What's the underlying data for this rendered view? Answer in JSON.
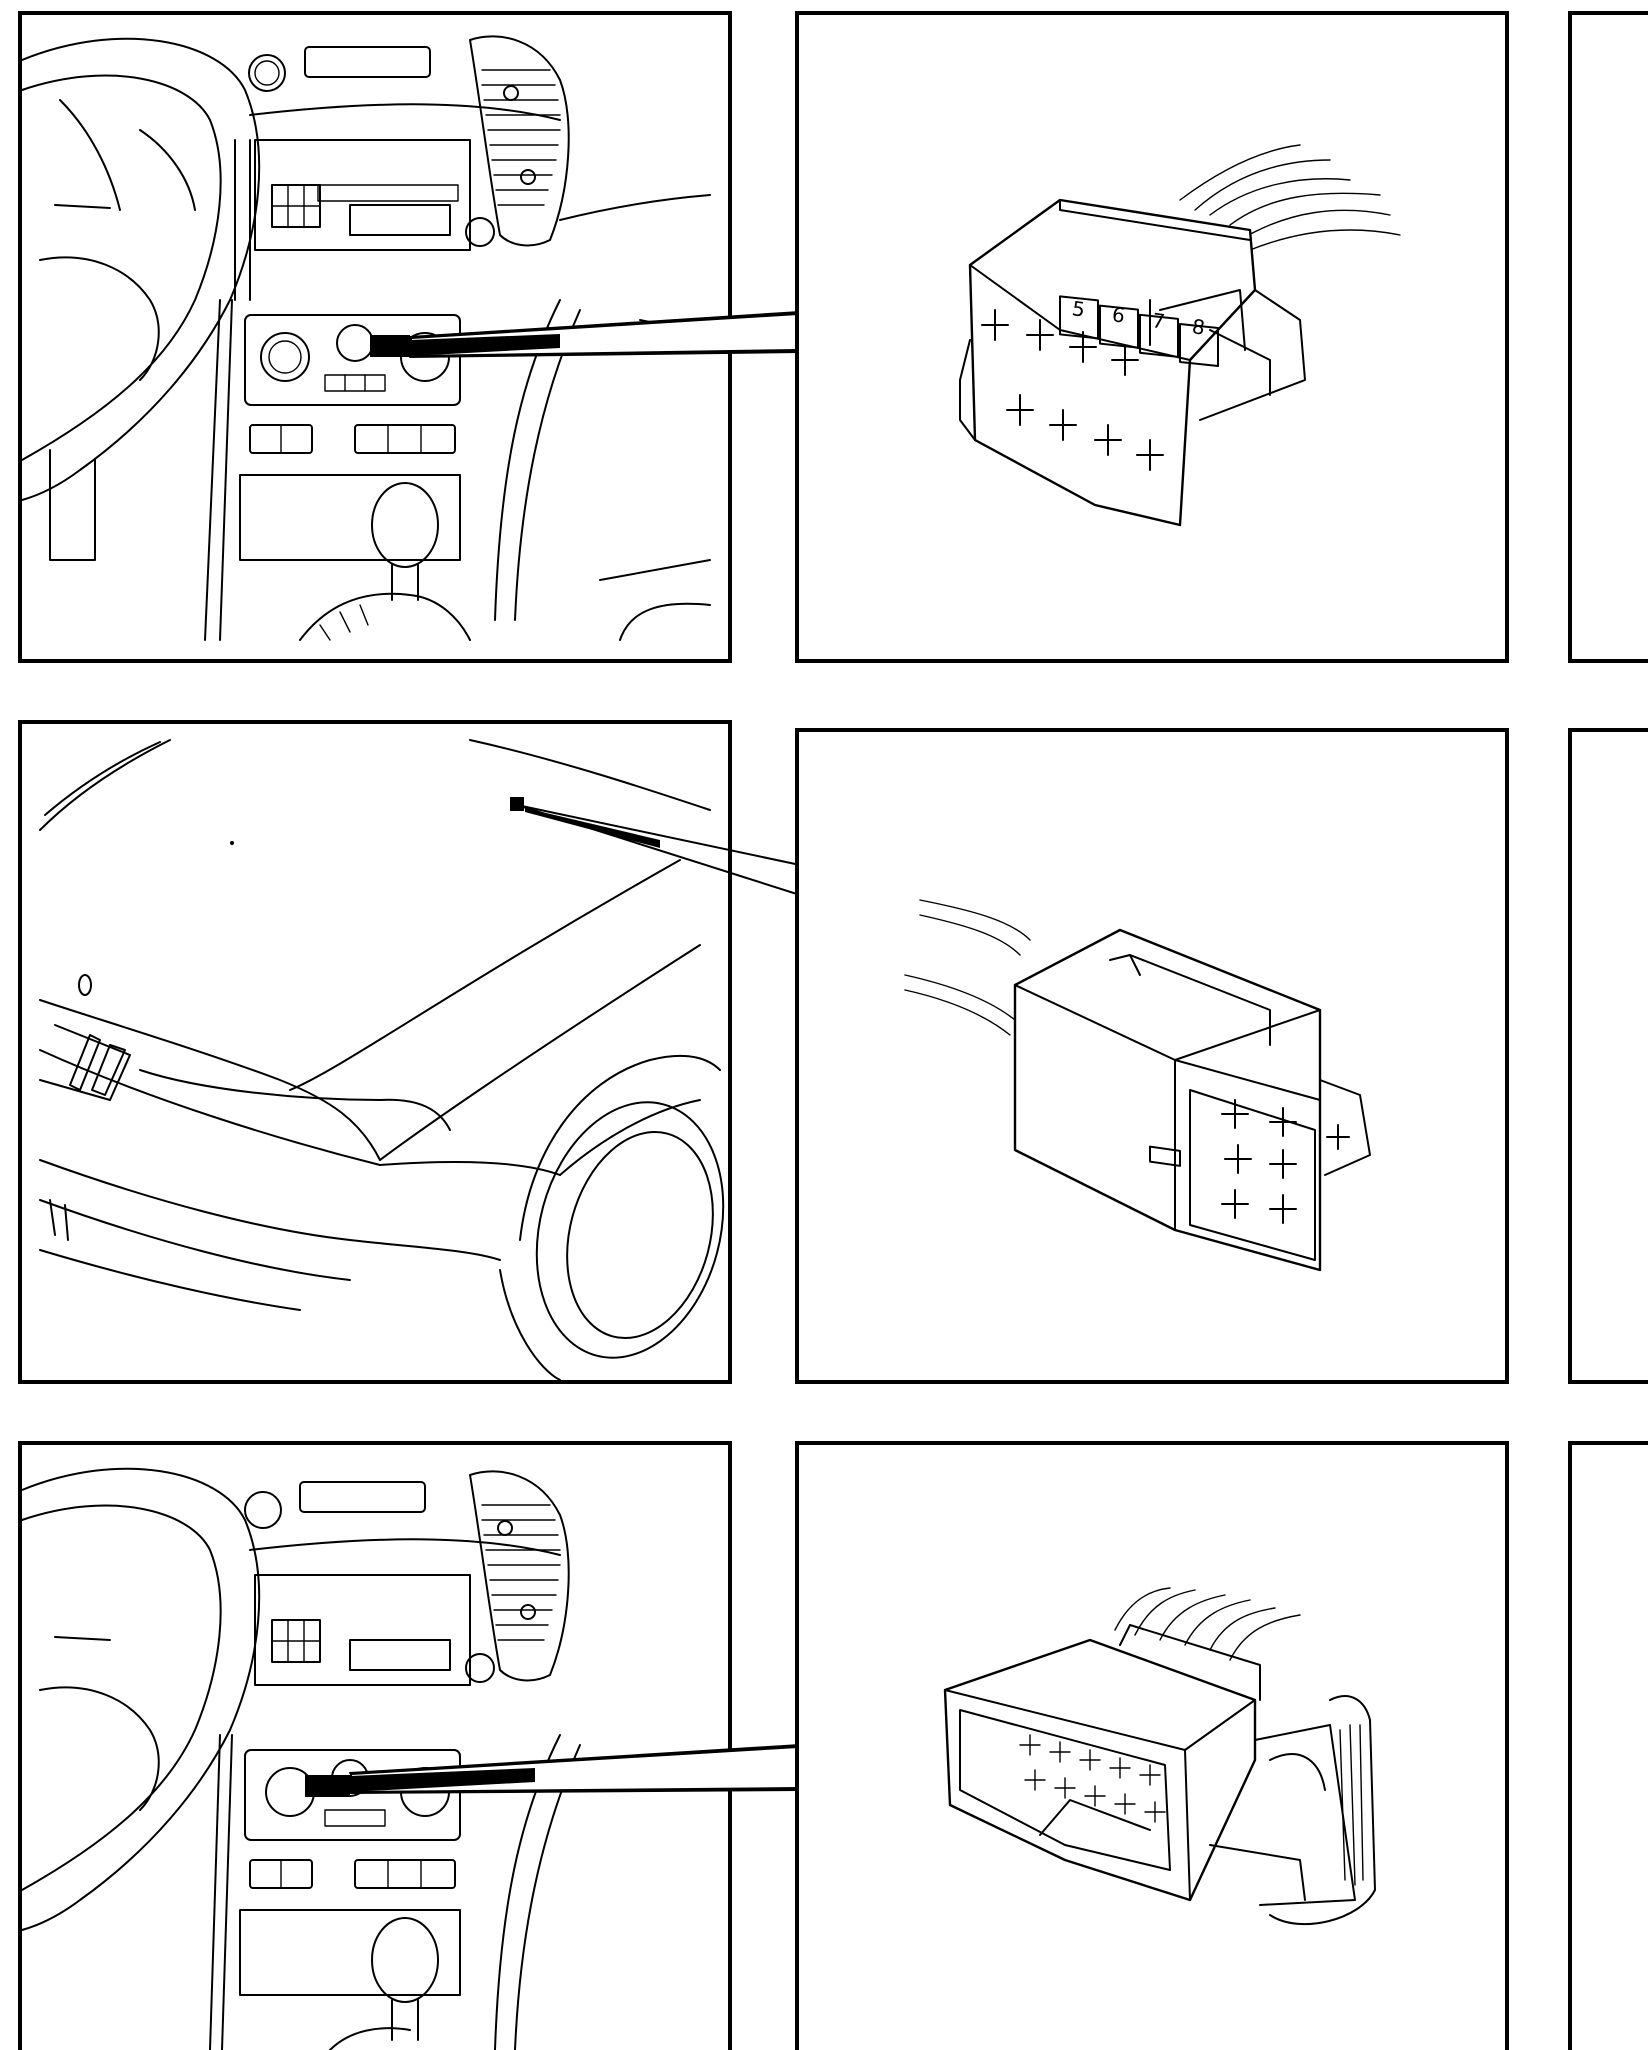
{
  "figure": {
    "rows": [
      {
        "id": "row-1",
        "location": "dashboard-center-console-switch-panel",
        "connector": "8-pin-connector",
        "cavity_numbers": [
          "5",
          "6",
          "7",
          "8"
        ]
      },
      {
        "id": "row-2",
        "location": "front-bonnet",
        "connector": "6-pin-connector"
      },
      {
        "id": "row-3",
        "location": "dashboard-center-console-switch-panel",
        "connector": "10-pin-connector-with-latch"
      }
    ],
    "colors": {
      "line": "#000000",
      "background": "#ffffff"
    }
  }
}
